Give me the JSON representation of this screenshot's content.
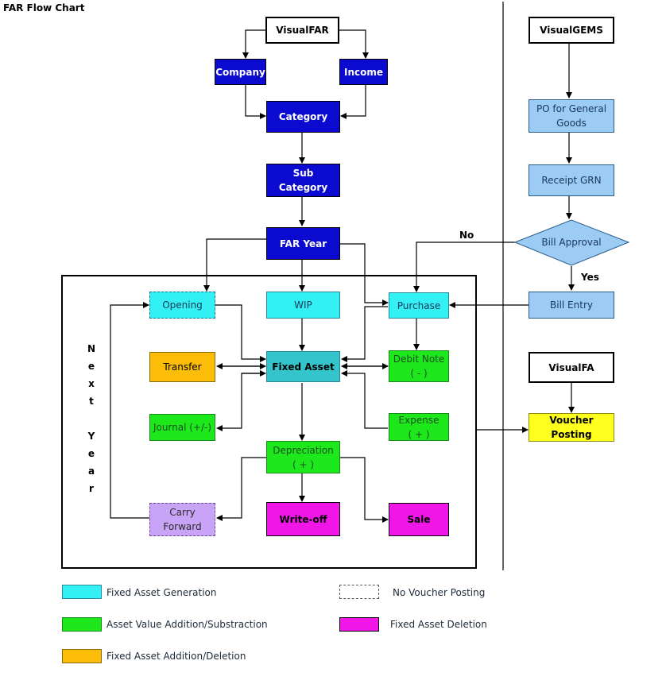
{
  "title": "FAR Flow Chart",
  "nodes": {
    "visualfar": "VisualFAR",
    "company": "Company",
    "income": "Income",
    "category": "Category",
    "sub_category": "Sub Category",
    "far_year": "FAR Year",
    "opening": "Opening",
    "wip": "WIP",
    "purchase": "Purchase",
    "transfer": "Transfer",
    "fixed_asset": "Fixed Asset",
    "debit_note": [
      "Debit Note",
      "( - )"
    ],
    "journal": "Journal (+/-)",
    "expense": [
      "Expense",
      "( + )"
    ],
    "depreciation": [
      "Depreciation",
      "( + )"
    ],
    "carry_forward": [
      "Carry",
      "Forward"
    ],
    "write_off": "Write-off",
    "sale": "Sale",
    "visualgems": "VisualGEMS",
    "po_general": [
      "PO for General",
      "Goods"
    ],
    "receipt_grn": "Receipt GRN",
    "bill_approval": "Bill Approval",
    "bill_entry": "Bill Entry",
    "visualfa": "VisualFA",
    "voucher_posting": "Voucher Posting"
  },
  "edge_labels": {
    "no": "No",
    "yes": "Yes"
  },
  "next_year_letters": [
    "N",
    "e",
    "x",
    "t",
    "",
    "Y",
    "e",
    "a",
    "r"
  ],
  "legend": [
    {
      "text": "Fixed Asset Generation",
      "style": "cyan"
    },
    {
      "text": "No Voucher Posting",
      "style": "dashed"
    },
    {
      "text": "Asset Value Addition/Substraction",
      "style": "green"
    },
    {
      "text": "Fixed Asset Deletion",
      "style": "magenta"
    },
    {
      "text": "Fixed Asset Addition/Deletion",
      "style": "orange"
    }
  ],
  "colors": {
    "dark_blue": "#0a0ad0",
    "light_blue": "#9ccbf3",
    "cyan": "#33f0f4",
    "teal": "#33c4cc",
    "green": "#1ce81c",
    "orange": "#fbbd08",
    "magenta": "#f016e8",
    "purple": "#c9a3f5",
    "yellow": "#ffff1e"
  }
}
